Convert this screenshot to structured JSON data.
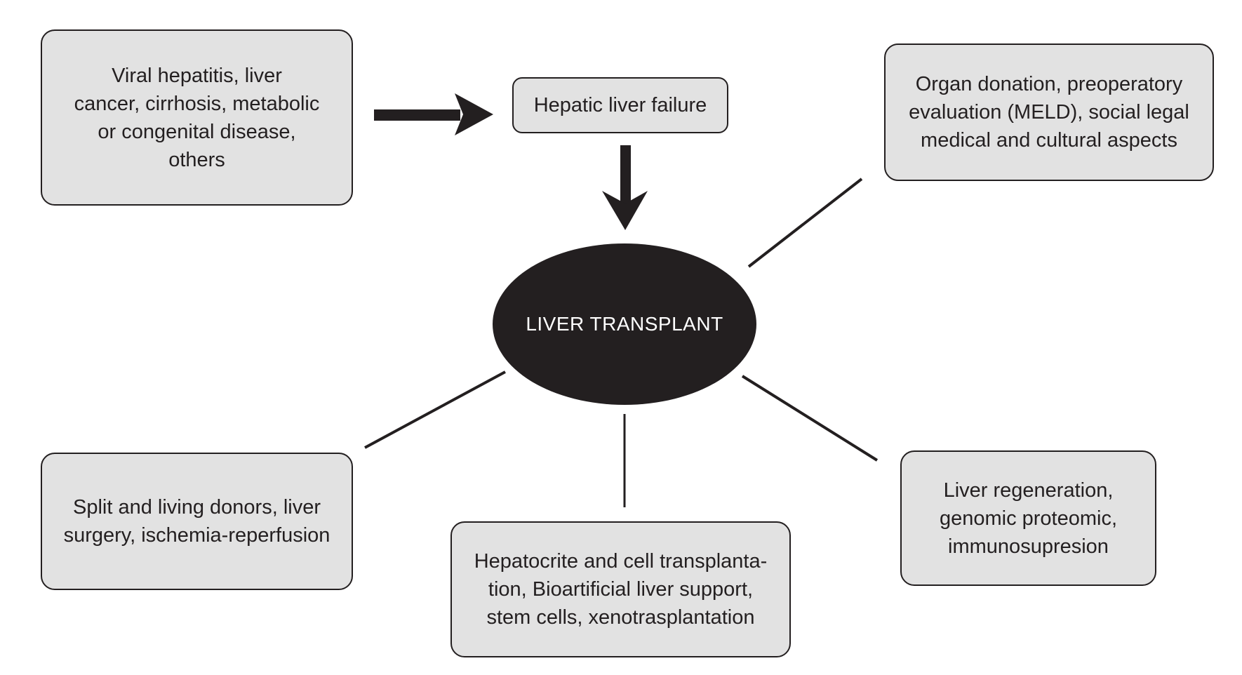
{
  "diagram": {
    "type": "concept-map",
    "colors": {
      "background": "#ffffff",
      "box_fill": "#e2e2e2",
      "box_border": "#231f20",
      "ellipse_fill": "#231f20",
      "ellipse_text": "#ffffff",
      "text": "#231f20",
      "connector": "#231f20"
    },
    "nodes": {
      "causes": {
        "label": [
          "Viral hepatitis, liver",
          "cancer, cirrhosis, metabolic",
          "or congenital disease,",
          "others"
        ]
      },
      "hepatic_failure": {
        "label": [
          "Hepatic liver failure"
        ]
      },
      "organ_donation": {
        "label": [
          "Organ donation, preoperatory",
          "evaluation (MELD), social legal",
          "medical and cultural aspects"
        ]
      },
      "liver_transplant": {
        "label": [
          "LIVER TRANSPLANT"
        ]
      },
      "split_donors": {
        "label": [
          "Split and living donors, liver",
          "surgery, ischemia-reperfusion"
        ]
      },
      "hepatocyte": {
        "label": [
          "Hepatocrite and cell transplanta-",
          "tion, Bioartificial liver support,",
          "stem cells, xenotrasplantation"
        ]
      },
      "regeneration": {
        "label": [
          "Liver regeneration,",
          "genomic proteomic,",
          "immunosupresion"
        ]
      }
    },
    "edges": [
      {
        "from": "causes",
        "to": "hepatic_failure",
        "style": "thick-arrow"
      },
      {
        "from": "hepatic_failure",
        "to": "liver_transplant",
        "style": "thick-arrow"
      },
      {
        "from": "liver_transplant",
        "to": "organ_donation",
        "style": "line"
      },
      {
        "from": "liver_transplant",
        "to": "split_donors",
        "style": "line"
      },
      {
        "from": "liver_transplant",
        "to": "hepatocyte",
        "style": "line"
      },
      {
        "from": "liver_transplant",
        "to": "regeneration",
        "style": "line"
      }
    ]
  }
}
